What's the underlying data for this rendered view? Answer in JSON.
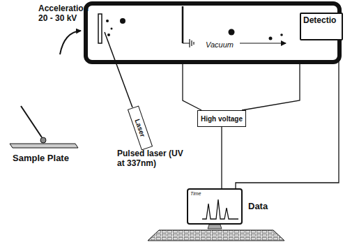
{
  "diagram": {
    "nodes": [
      {
        "text": [
          "Vacuum"
        ]
      },
      {
        "text": [
          "Detectio"
        ]
      },
      {
        "text": [
          "High voltage"
        ]
      },
      {
        "text": [
          "Laser"
        ]
      },
      {
        "text": [
          "Time",
          "Data"
        ]
      }
    ],
    "edges": [
      {
        "from": 0,
        "to": 2,
        "arrow": "none"
      },
      {
        "from": 0,
        "to": 2,
        "arrow": "none"
      },
      {
        "from": 2,
        "to": 4,
        "arrow": "none"
      },
      {
        "from": 1,
        "to": 4,
        "arrow": "none"
      }
    ],
    "labels": [
      "Acceleration 20 - 30 kV",
      "Pulsed laser (UV at 337nm)",
      "Sample Plate"
    ]
  }
}
